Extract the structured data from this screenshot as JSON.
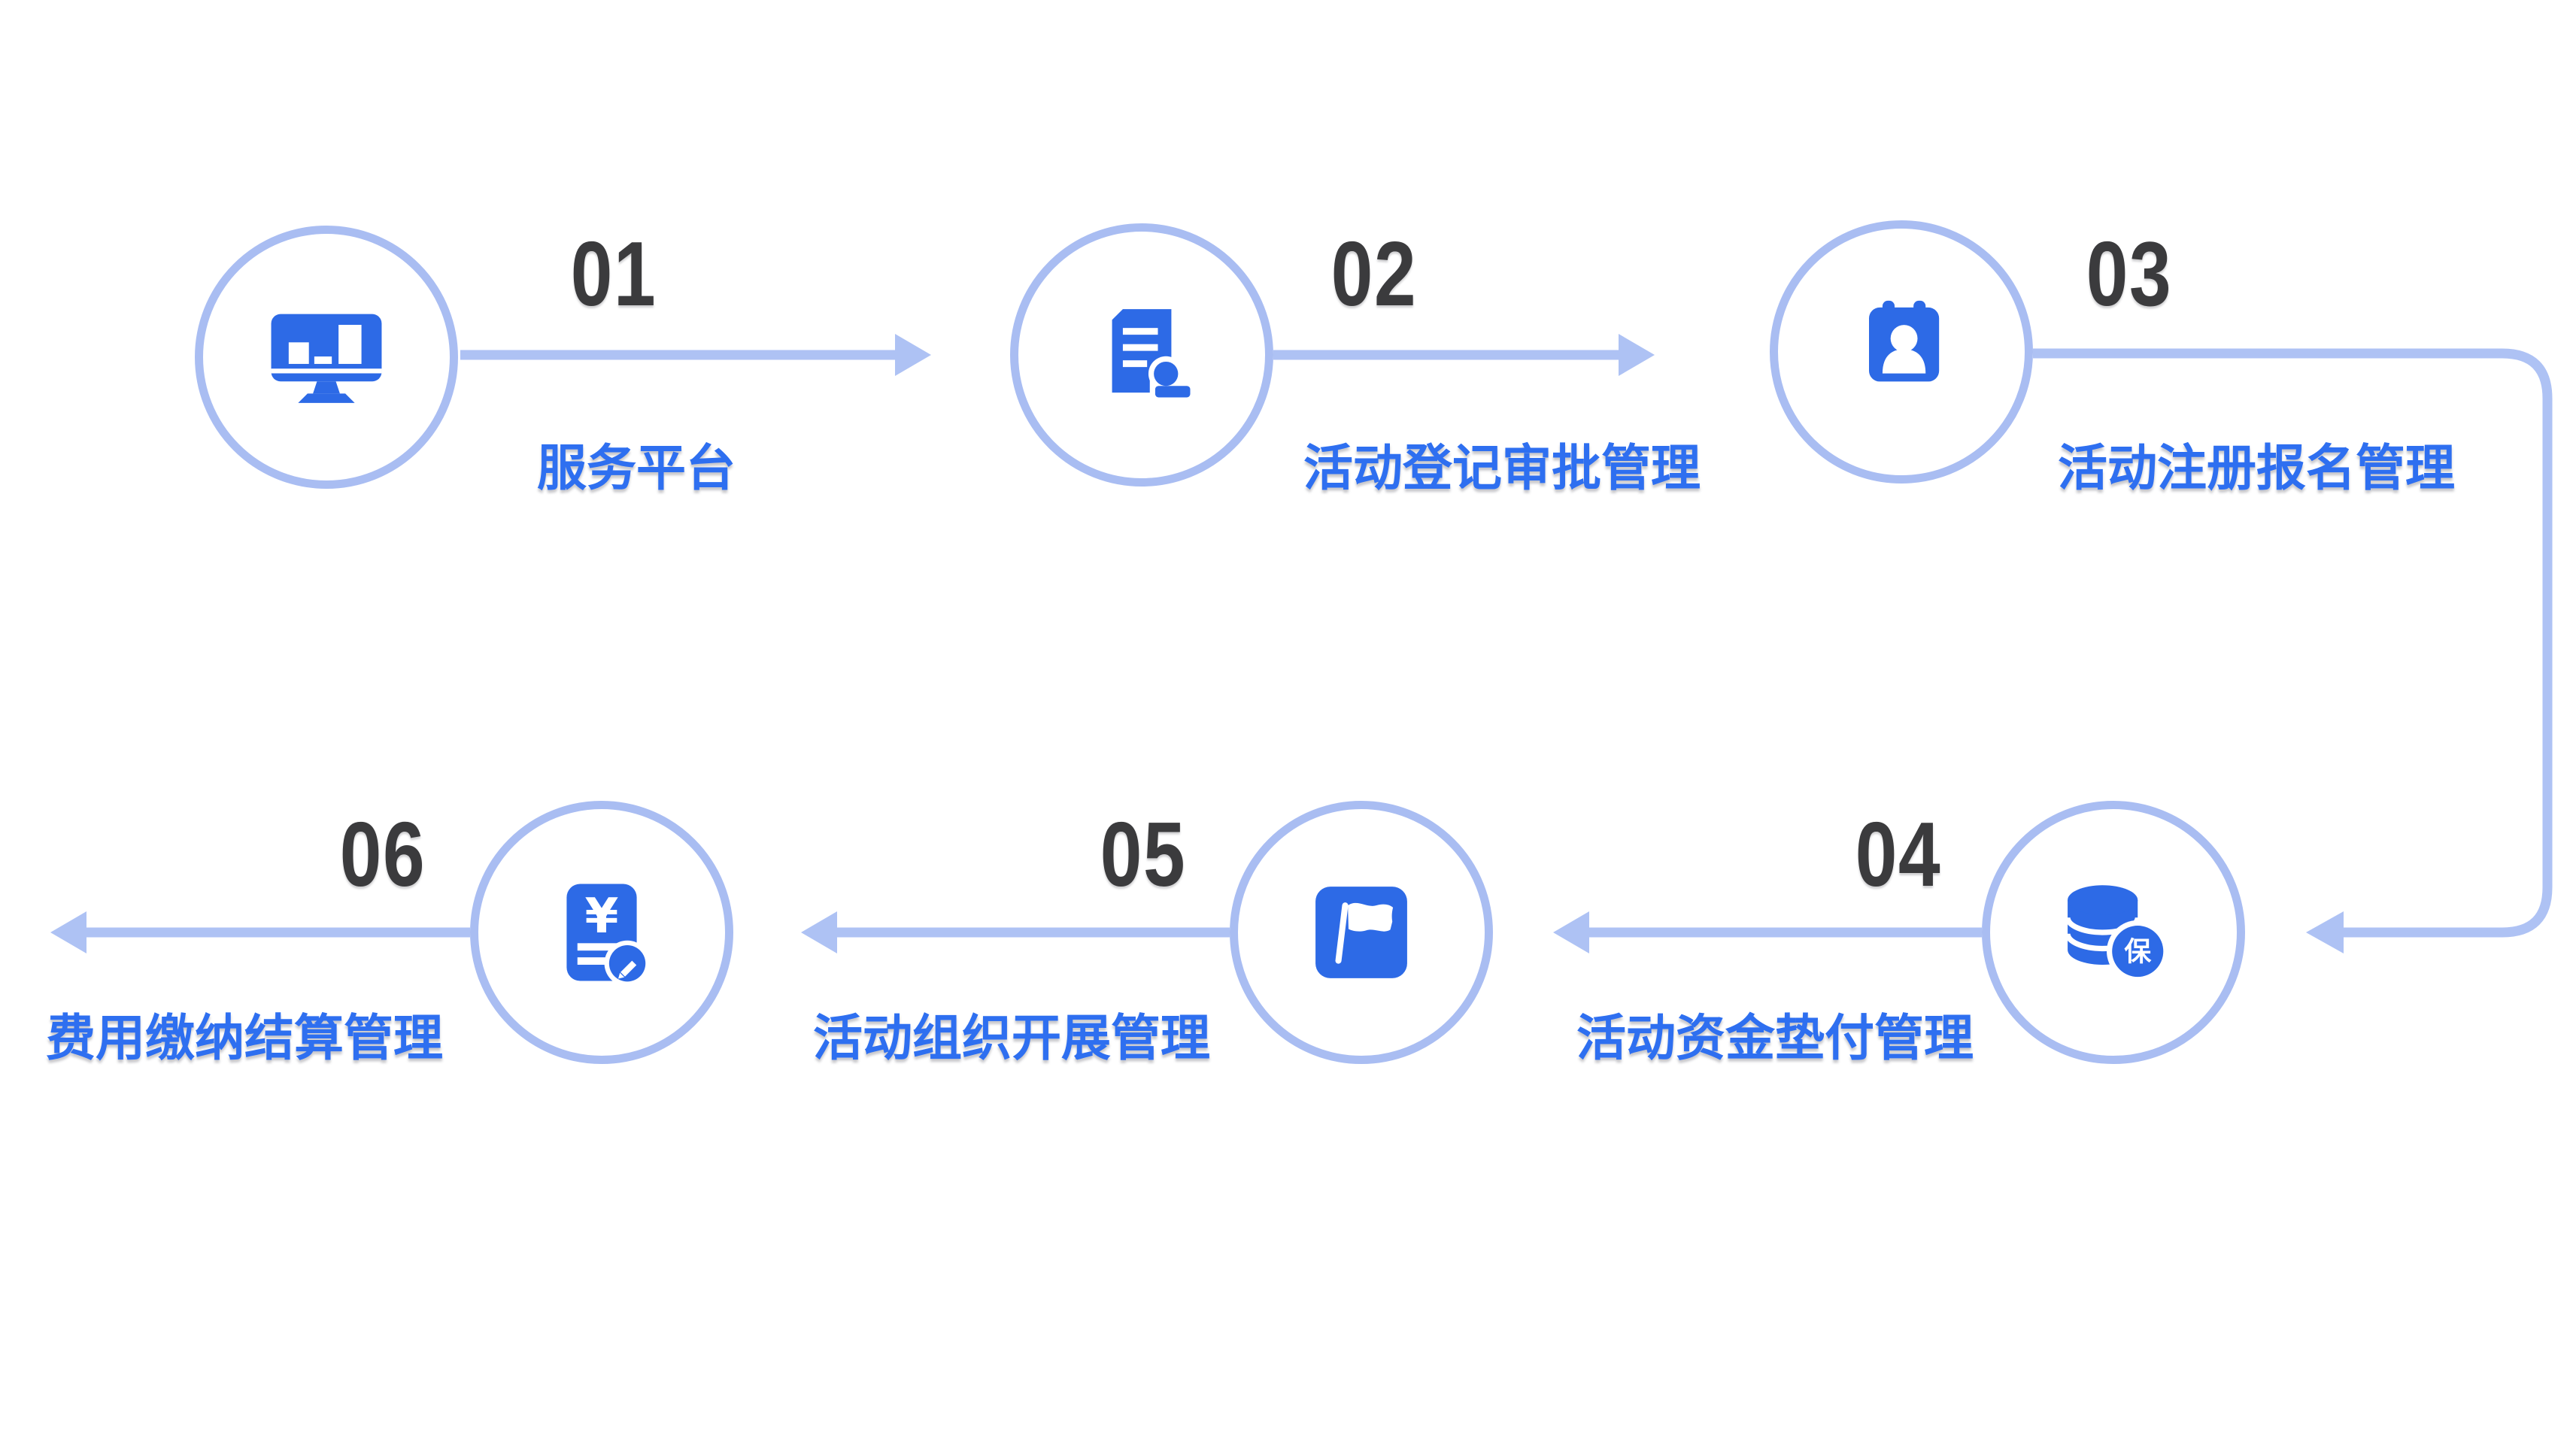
{
  "diagram": {
    "steps": [
      {
        "number": "01",
        "label": "服务平台",
        "icon": "monitor-dashboard-icon"
      },
      {
        "number": "02",
        "label": "活动登记审批管理",
        "icon": "document-approval-icon"
      },
      {
        "number": "03",
        "label": "活动注册报名管理",
        "icon": "badge-person-icon"
      },
      {
        "number": "04",
        "label": "活动资金垫付管理",
        "icon": "coins-guarantee-icon",
        "badge_text": "保"
      },
      {
        "number": "05",
        "label": "活动组织开展管理",
        "icon": "flag-icon"
      },
      {
        "number": "06",
        "label": "费用缴纳结算管理",
        "icon": "bill-edit-icon"
      }
    ],
    "colors": {
      "icon_blue": "#2d6ae6",
      "label_blue": "#2e6ff0",
      "number_gray": "#3b3b3d",
      "circle_ring": "#a9bdf2",
      "arrow": "#aec2f4",
      "background": "#ffffff"
    }
  }
}
